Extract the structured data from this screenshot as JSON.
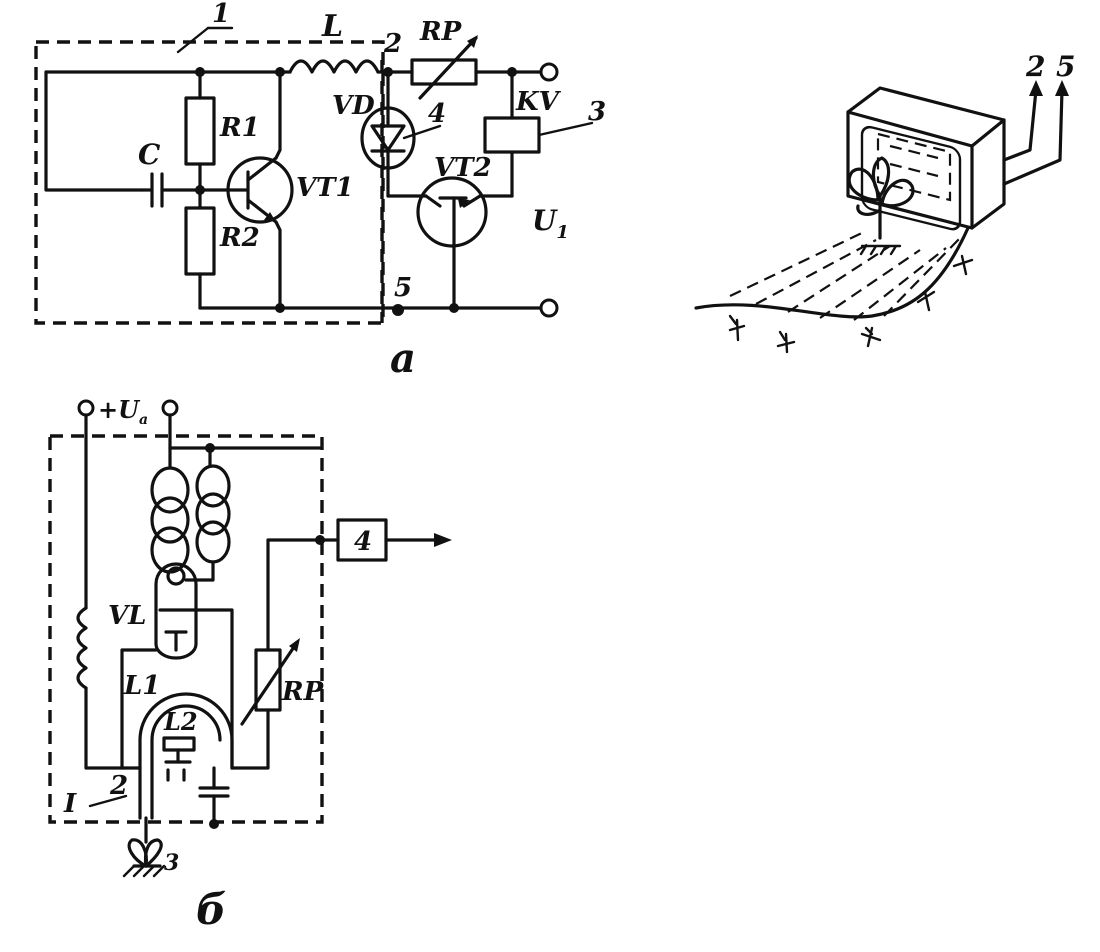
{
  "diagram_a": {
    "caption": "a",
    "labels": {
      "callout_1": "1",
      "inductor": "L",
      "node_2": "2",
      "rheostat": "RP",
      "diode": "VD",
      "callout_4": "4",
      "relay": "KV",
      "callout_3": "3",
      "resistor_1": "R1",
      "capacitor": "C",
      "transistor_1": "VT1",
      "transistor_2": "VT2",
      "resistor_2": "R2",
      "voltage": "U",
      "voltage_subscript": "1",
      "node_5": "5"
    }
  },
  "diagram_b": {
    "caption": "б",
    "labels": {
      "supply": "+U",
      "supply_subscript": "a",
      "block_4": "4",
      "tube": "VL",
      "coil_1": "L1",
      "coil_2": "L2",
      "rheostat": "RP",
      "callout_1": "I",
      "callout_2": "2",
      "callout_3": "3"
    }
  },
  "sensor_picture": {
    "labels": {
      "lead_2": "2",
      "lead_5": "5"
    }
  }
}
